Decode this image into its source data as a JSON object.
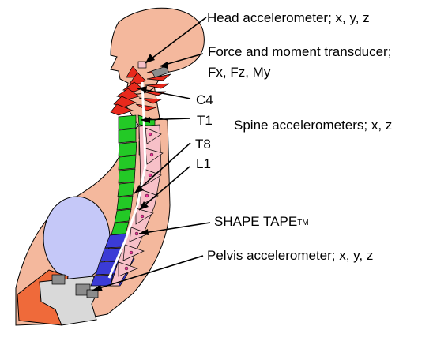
{
  "labels": {
    "head_acc": "Head accelerometer; x, y, z",
    "force_line1": "Force and moment transducer;",
    "force_line2": "Fx, Fz, My",
    "c4": "C4",
    "t1": "T1",
    "t8": "T8",
    "l1": "L1",
    "spine_acc": "Spine accelerometers; x, z",
    "shape_tape": "SHAPE TAPE",
    "trademark": "TM",
    "pelvis_acc": "Pelvis accelerometer; x, y, z"
  },
  "colors": {
    "skin": "#f4b89d",
    "cervical": "#e8291c",
    "thoracic": "#23c926",
    "lumbar": "#3b3bd6",
    "lung": "#c5c8f8",
    "tape": "#ffffff",
    "accelerometer": "#f7c0c8",
    "pelvis_bone": "#d9d9d9",
    "pelvis_wedge": "#ef6a3a",
    "transducer": "#8c8c8c"
  }
}
